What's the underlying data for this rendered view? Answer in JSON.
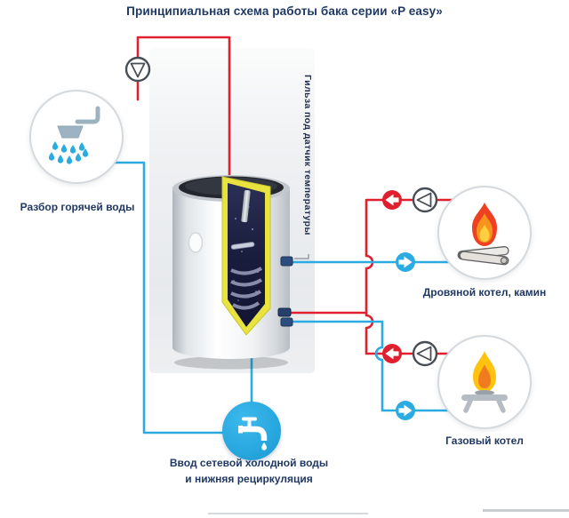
{
  "title": "Принципиальная схема работы бака серии «P easy»",
  "labels": {
    "hot_water": "Разбор горячей воды",
    "wood_boiler": "Дровяной котел, камин",
    "gas_boiler": "Газовый котел",
    "cold_water_line1": "Ввод сетевой холодной воды",
    "cold_water_line2": "и нижняя рециркуляция",
    "sensor_sleeve": "Гильза под датчик температуры"
  },
  "colors": {
    "hot_line": "#e0202e",
    "cold_line": "#2aabe2",
    "label_text": "#1f3864",
    "pump_outline": "#474d55",
    "insulation_yellow": "#e8e33f",
    "tank_interior": "#1a1e3e",
    "faucet_circle": "#29a9e0"
  },
  "icons": {
    "pump": "pump-icon (circle with triangle)",
    "shower": "shower-icon",
    "bonfire": "bonfire-icon",
    "gas_flame": "gas-flame-icon",
    "faucet": "faucet-icon",
    "hot_arrow": "arrow-left-icon",
    "cold_arrow": "arrow-right-icon"
  }
}
